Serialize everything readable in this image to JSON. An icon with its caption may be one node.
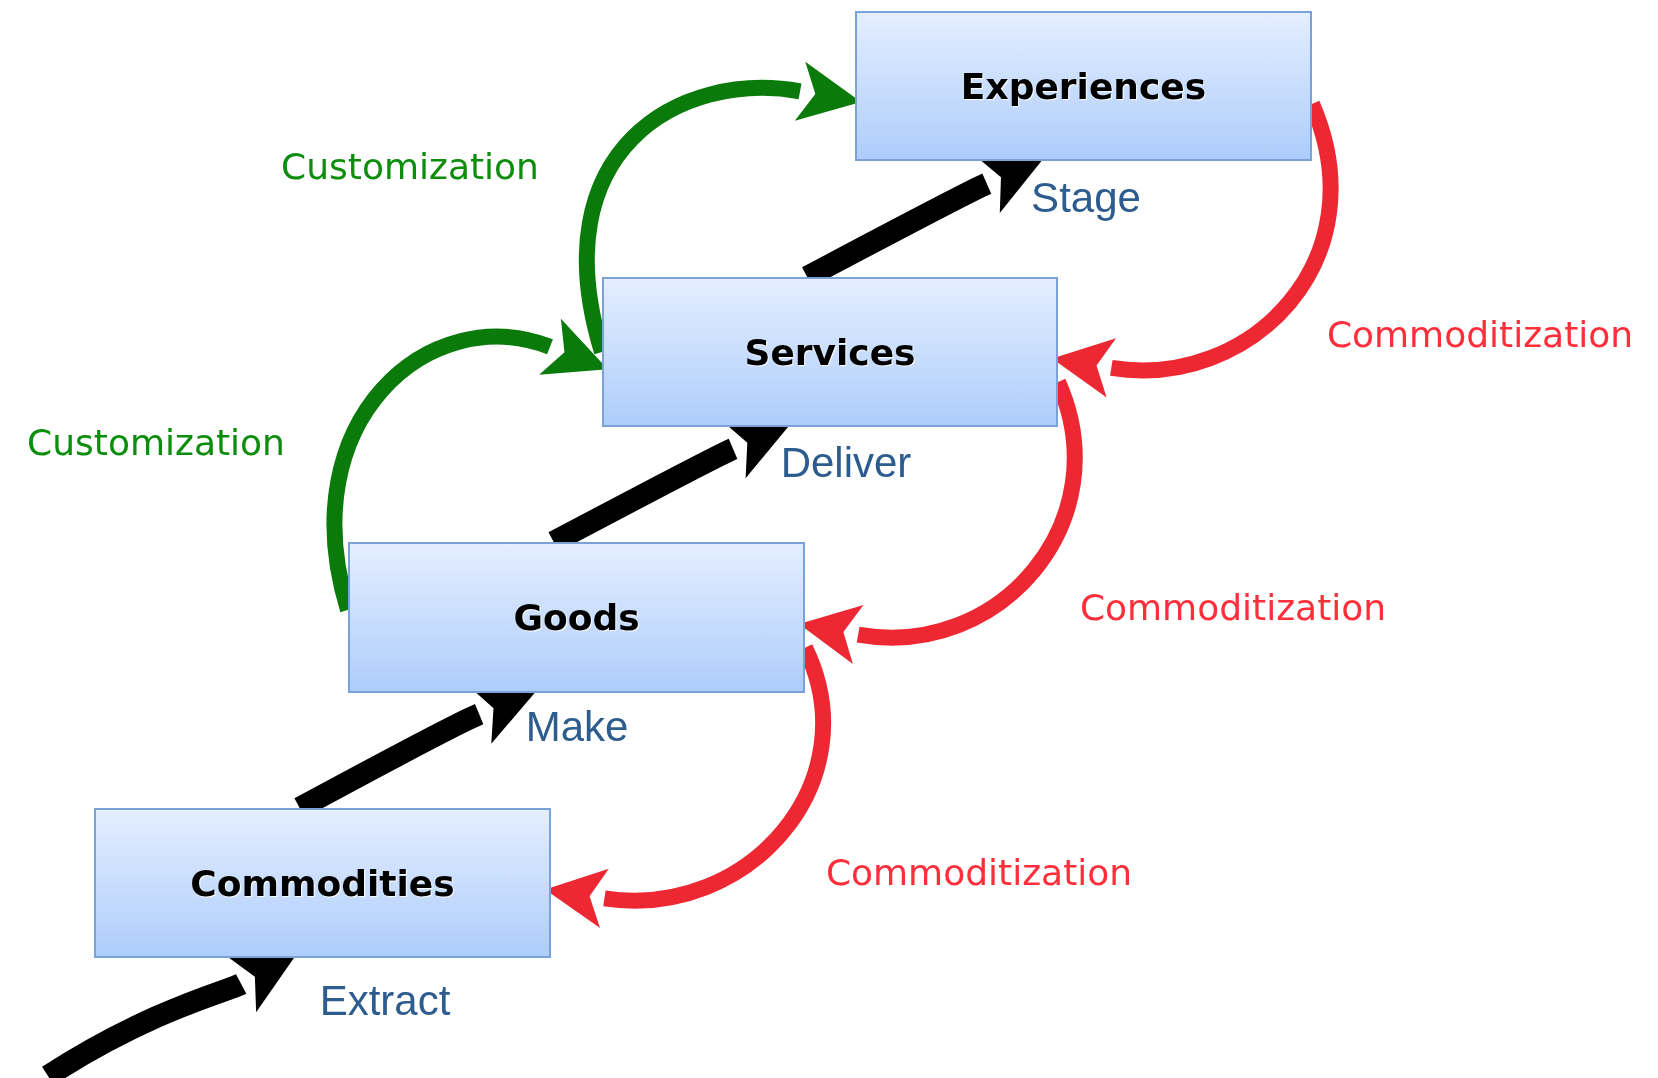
{
  "diagram": {
    "nodes": [
      {
        "text": [
          "Experiences"
        ],
        "beside": [
          "Stage"
        ]
      },
      {
        "text": [
          "Services"
        ],
        "beside": [
          "Deliver"
        ]
      },
      {
        "text": [
          "Goods"
        ],
        "beside": [
          "Make"
        ]
      },
      {
        "text": [
          "Commodities"
        ],
        "beside": [
          "Extract"
        ]
      }
    ],
    "edges": [
      {
        "from": null,
        "to": 3,
        "arrow": "to"
      },
      {
        "from": 3,
        "to": 2,
        "arrow": "to"
      },
      {
        "from": 2,
        "to": 1,
        "arrow": "to"
      },
      {
        "from": 1,
        "to": 0,
        "arrow": "to"
      },
      {
        "from": 2,
        "to": 1,
        "arrow": "to",
        "label": "Customization",
        "color": "#0a7a0a"
      },
      {
        "from": 1,
        "to": 0,
        "arrow": "to",
        "label": "Customization",
        "color": "#0a7a0a"
      },
      {
        "from": 0,
        "to": 1,
        "arrow": "to",
        "label": "Commoditization",
        "color": "#ee2833"
      },
      {
        "from": 1,
        "to": 2,
        "arrow": "to",
        "label": "Commoditization",
        "color": "#ee2833"
      },
      {
        "from": 2,
        "to": 3,
        "arrow": "to",
        "label": "Commoditization",
        "color": "#ee2833"
      }
    ]
  }
}
